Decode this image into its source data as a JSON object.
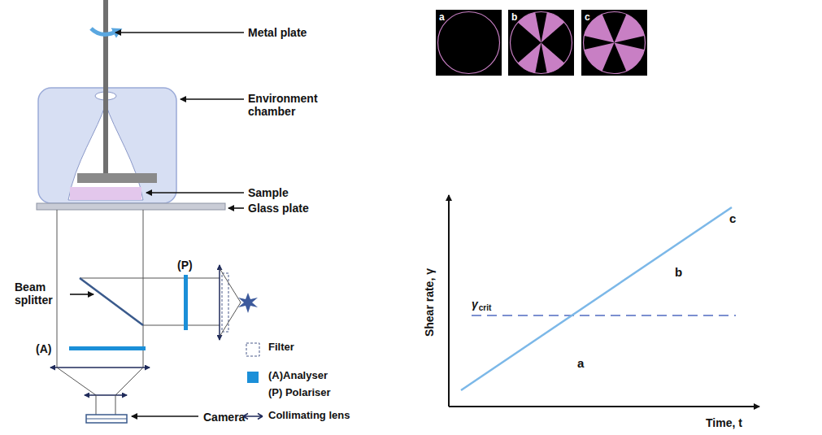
{
  "diagram": {
    "nodes": [
      {
        "text": [
          "a"
        ]
      },
      {
        "text": [
          "b"
        ]
      },
      {
        "text": [
          "c"
        ]
      }
    ],
    "labels": [
      "Metal plate",
      "Environment chamber",
      "Sample",
      "Glass plate",
      "Beam splitter",
      "(P)",
      "(A)",
      "Camera",
      "Shear rate, γ",
      "Time, t",
      "γ",
      "crit",
      "a",
      "b",
      "c",
      "(P) Polariser"
    ],
    "legend": [
      {
        "text": "Filter"
      },
      {
        "text": "(A)Analyser",
        "color": "#1b8fd8"
      },
      {
        "text": "Collimating lens"
      }
    ]
  }
}
